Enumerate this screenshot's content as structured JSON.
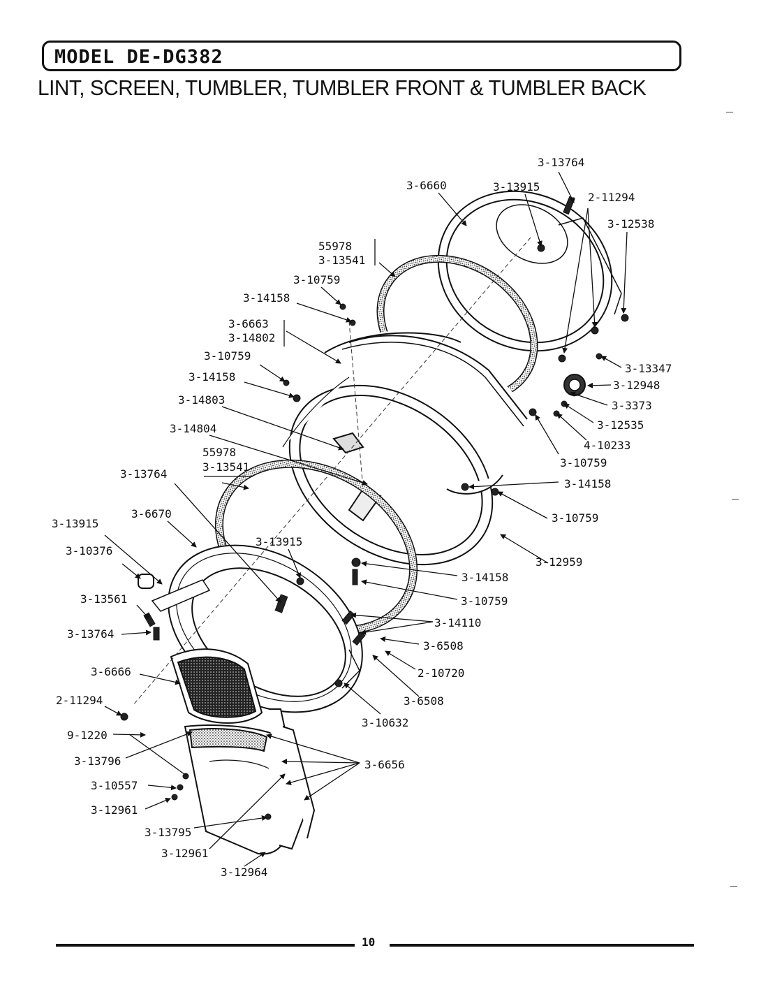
{
  "header": {
    "model": "MODEL DE-DG382",
    "subtitle": "LINT, SCREEN, TUMBLER, TUMBLER FRONT & TUMBLER BACK"
  },
  "footer": {
    "page_number": "10"
  },
  "labels": {
    "l1": "3-13764",
    "l2": "3-6660",
    "l3": "3-13915",
    "l4": "2-11294",
    "l5": "3-12538",
    "l6": "55978",
    "l7": "3-13541",
    "l8": "3-10759",
    "l9": "3-14158",
    "l10": "3-6663",
    "l11": "3-14802",
    "l12": "3-10759",
    "l13": "3-14158",
    "l14": "3-13347",
    "l15": "3-12948",
    "l16": "3-14803",
    "l17": "3-3373",
    "l18": "3-12535",
    "l19": "3-14804",
    "l20": "4-10233",
    "l21": "55978",
    "l22": "3-13541",
    "l23": "3-13764",
    "l24": "3-10759",
    "l25": "3-14158",
    "l26": "3-6670",
    "l27": "3-10759",
    "l28": "3-13915",
    "l29": "3-13915",
    "l30": "3-12959",
    "l31": "3-10376",
    "l32": "3-14158",
    "l33": "3-13561",
    "l34": "3-10759",
    "l35": "3-14110",
    "l36": "3-13764",
    "l37": "3-6508",
    "l38": "3-6666",
    "l39": "2-10720",
    "l40": "3-6508",
    "l41": "2-11294",
    "l42": "3-10632",
    "l43": "9-1220",
    "l44": "3-13796",
    "l45": "3-6656",
    "l46": "3-10557",
    "l47": "3-12961",
    "l48": "3-13795",
    "l49": "3-12961",
    "l50": "3-12964"
  }
}
